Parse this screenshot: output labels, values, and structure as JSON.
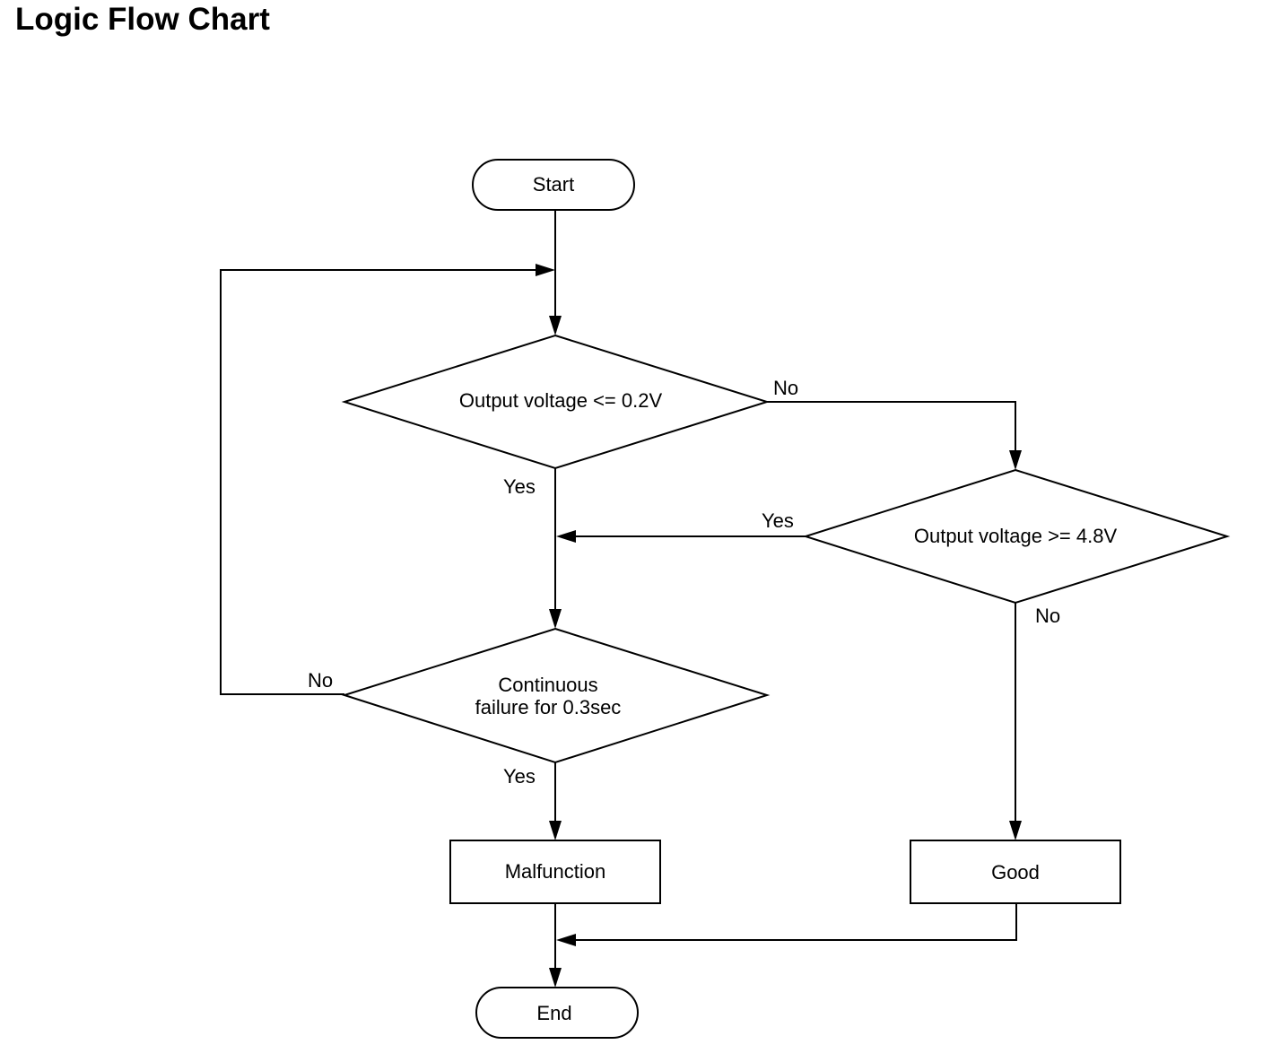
{
  "title": "Logic Flow Chart",
  "nodes": {
    "start": "Start",
    "check_low": "Output voltage <= 0.2V",
    "check_high": "Output voltage >= 4.8V",
    "continuous_line1": "Continuous",
    "continuous_line2": "failure for 0.3sec",
    "malfunction": "Malfunction",
    "good": "Good",
    "end": "End"
  },
  "edges": {
    "low_no": "No",
    "low_yes": "Yes",
    "high_yes": "Yes",
    "high_no": "No",
    "continuous_no": "No",
    "continuous_yes": "Yes"
  }
}
